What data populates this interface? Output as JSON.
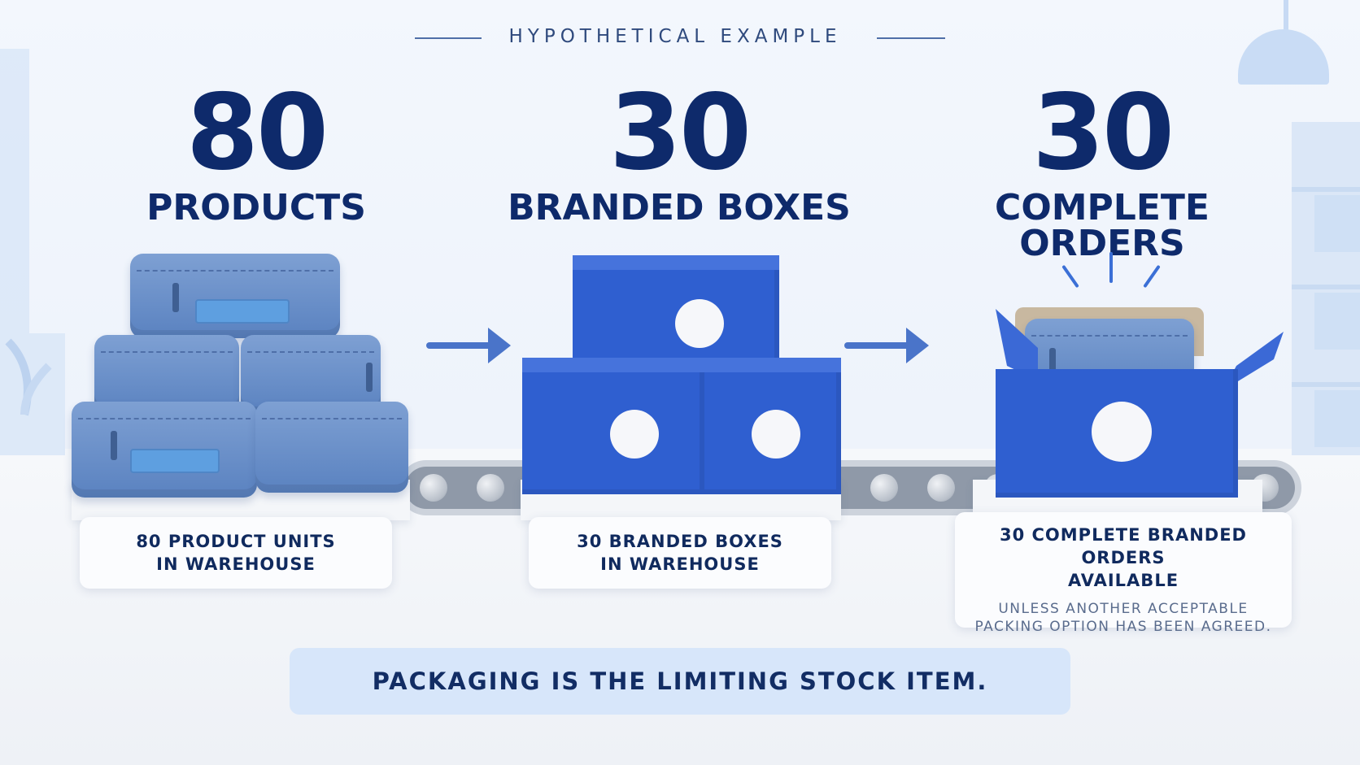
{
  "header": {
    "kicker": "HYPOTHETICAL EXAMPLE"
  },
  "columns": [
    {
      "number": "80",
      "label": "PRODUCTS",
      "caption_line1": "80 PRODUCT UNITS",
      "caption_line2": "IN WAREHOUSE",
      "note_line1": "",
      "note_line2": ""
    },
    {
      "number": "30",
      "label": "BRANDED BOXES",
      "caption_line1": "30 BRANDED BOXES",
      "caption_line2": "IN WAREHOUSE",
      "note_line1": "",
      "note_line2": ""
    },
    {
      "number": "30",
      "label": "COMPLETE ORDERS",
      "caption_line1": "30 COMPLETE BRANDED ORDERS",
      "caption_line2": "AVAILABLE",
      "note_line1": "UNLESS ANOTHER ACCEPTABLE",
      "note_line2": "PACKING OPTION HAS BEEN AGREED."
    }
  ],
  "banner": {
    "text": "PACKAGING IS THE LIMITING STOCK  ITEM."
  },
  "icons": [
    "product-bag-icon",
    "branded-box-icon",
    "open-order-box-icon",
    "right-arrow-icon",
    "conveyor-icon",
    "pendant-lamp-icon",
    "plant-icon",
    "shelf-icon"
  ],
  "colors": {
    "navy": "#0e2a6b",
    "box_blue": "#2f5fd0",
    "bag_blue": "#6b8fcb",
    "arrow": "#4a74c9",
    "banner_bg": "#d7e6fa"
  }
}
